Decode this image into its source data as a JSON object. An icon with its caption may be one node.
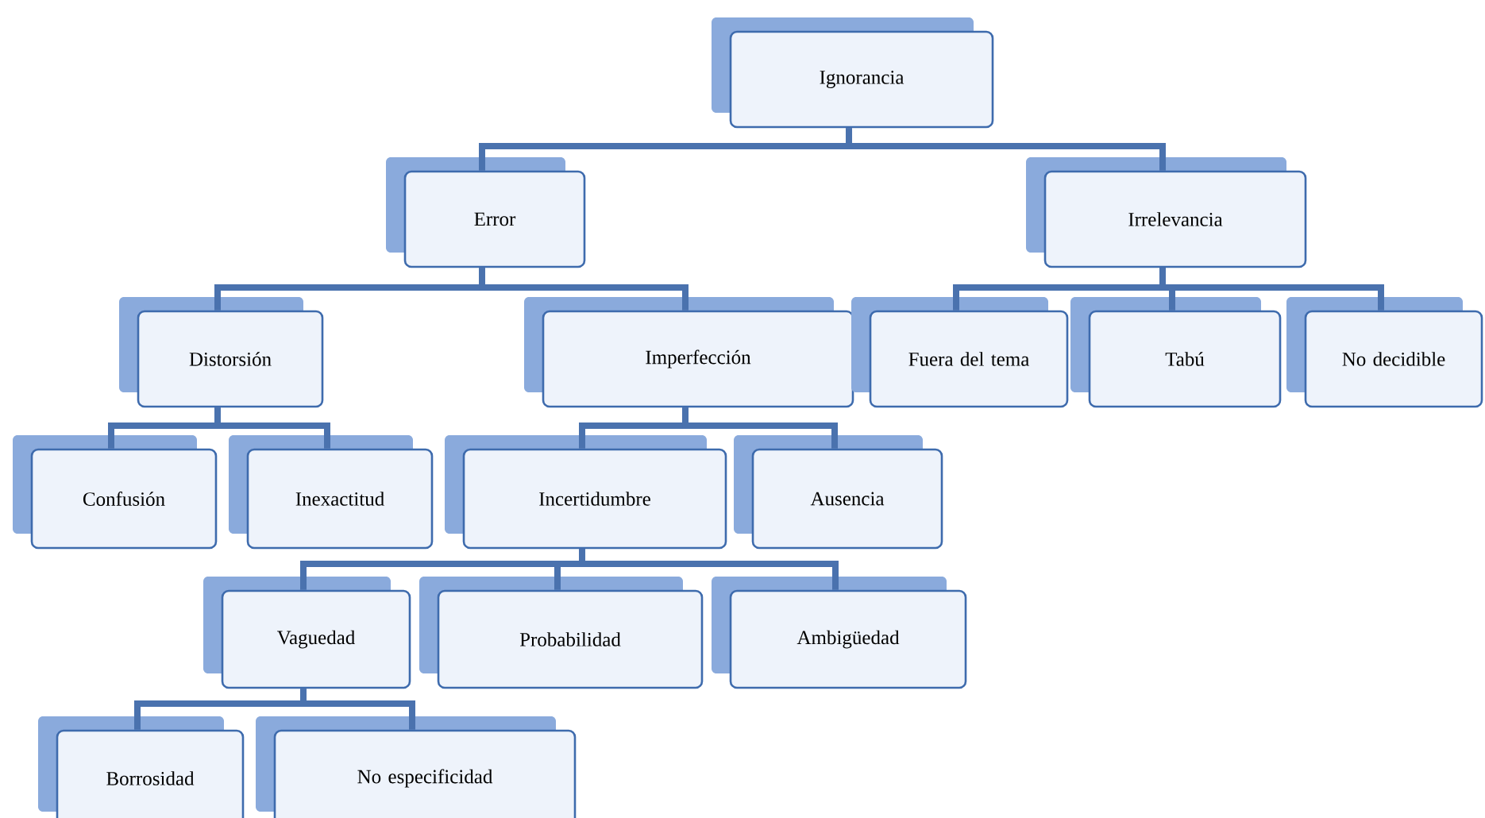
{
  "diagram": {
    "nodes": [
      {
        "text": [
          "Ignorancia"
        ]
      },
      {
        "text": [
          "Error"
        ]
      },
      {
        "text": [
          "Irrelevancia"
        ]
      },
      {
        "text": [
          "Distorsión"
        ]
      },
      {
        "text": [
          "Imperfección"
        ]
      },
      {
        "text": [
          "Fuera del tema"
        ]
      },
      {
        "text": [
          "Tabú"
        ]
      },
      {
        "text": [
          "No decidible"
        ]
      },
      {
        "text": [
          "Confusión"
        ]
      },
      {
        "text": [
          "Inexactitud"
        ]
      },
      {
        "text": [
          "Incertidumbre"
        ]
      },
      {
        "text": [
          "Ausencia"
        ]
      },
      {
        "text": [
          "Vaguedad"
        ]
      },
      {
        "text": [
          "Probabilidad"
        ]
      },
      {
        "text": [
          "Ambigüedad"
        ]
      },
      {
        "text": [
          "Borrosidad"
        ]
      },
      {
        "text": [
          "No especificidad"
        ]
      }
    ],
    "edges": [
      {
        "from": 0,
        "to": 1,
        "arrow": "none"
      },
      {
        "from": 0,
        "to": 2,
        "arrow": "none"
      },
      {
        "from": 1,
        "to": 3,
        "arrow": "none"
      },
      {
        "from": 1,
        "to": 4,
        "arrow": "none"
      },
      {
        "from": 2,
        "to": 5,
        "arrow": "none"
      },
      {
        "from": 2,
        "to": 6,
        "arrow": "none"
      },
      {
        "from": 2,
        "to": 7,
        "arrow": "none"
      },
      {
        "from": 3,
        "to": 8,
        "arrow": "none"
      },
      {
        "from": 3,
        "to": 9,
        "arrow": "none"
      },
      {
        "from": 4,
        "to": 10,
        "arrow": "none"
      },
      {
        "from": 4,
        "to": 11,
        "arrow": "none"
      },
      {
        "from": 10,
        "to": 12,
        "arrow": "none"
      },
      {
        "from": 10,
        "to": 13,
        "arrow": "none"
      },
      {
        "from": 10,
        "to": 14,
        "arrow": "none"
      },
      {
        "from": 12,
        "to": 15,
        "arrow": "none"
      },
      {
        "from": 12,
        "to": 16,
        "arrow": "none"
      }
    ]
  }
}
